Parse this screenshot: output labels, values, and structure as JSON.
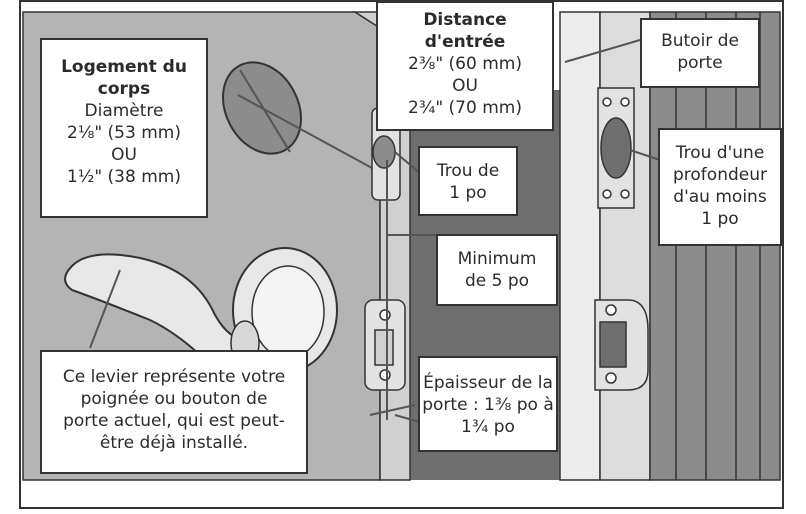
{
  "colors": {
    "frame": "#333333",
    "door_face": "#b4b4b4",
    "jamb": "#dcdcdc",
    "stop_strip": "#ececec",
    "panel": "#8c8c8c",
    "opening": "#6e6e6e",
    "metal": "#e2e2e2",
    "callout_bg": "#ffffff"
  },
  "labels": {
    "body_bore": {
      "title": [
        "Logement du",
        "corps"
      ],
      "lines": [
        "Diamètre",
        "2⅛\" (53 mm)",
        "OU",
        "1½\" (38 mm)"
      ]
    },
    "backset": {
      "title": [
        "Distance",
        "d'entrée"
      ],
      "lines": [
        "2⅜\" (60 mm)",
        "OU",
        "2¾\" (70 mm)"
      ]
    },
    "door_stop": {
      "lines": [
        "Butoir de",
        "porte"
      ]
    },
    "latch_hole": {
      "lines": [
        "Trou de",
        "1 po"
      ]
    },
    "strike_hole": {
      "lines": [
        "Trou d'une",
        "profondeur",
        "d'au moins",
        "1 po"
      ]
    },
    "minimum": {
      "lines": [
        "Minimum",
        "de 5 po"
      ]
    },
    "thickness": {
      "lines": [
        "Épaisseur de la",
        "porte : 1⅜ po à",
        "1¾ po"
      ]
    },
    "lever_note": {
      "lines": [
        "Ce levier représente votre",
        "poignée ou bouton de",
        "porte actuel, qui est peut-",
        "être déjà installé."
      ]
    }
  }
}
